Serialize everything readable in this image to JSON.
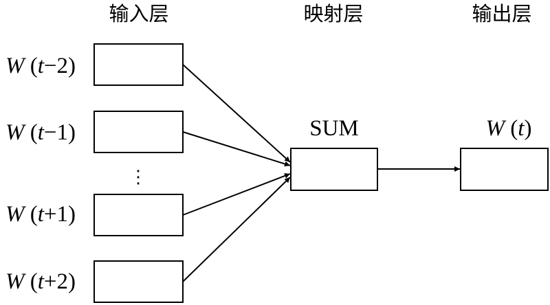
{
  "headers": {
    "input": "输入层",
    "projection": "映射层",
    "output": "输出层"
  },
  "inputs": [
    {
      "w": "W",
      "open": " (",
      "t": "t",
      "rest": "−2)"
    },
    {
      "w": "W",
      "open": " (",
      "t": "t",
      "rest": "−1)"
    },
    {
      "w": "W",
      "open": " (",
      "t": "t",
      "rest": "+1)"
    },
    {
      "w": "W",
      "open": " (",
      "t": "t",
      "rest": "+2)"
    }
  ],
  "ellipsis": "⋮",
  "sum_label": "SUM",
  "output": {
    "w": "W",
    "open": " (",
    "t": "t",
    "close": ")"
  }
}
